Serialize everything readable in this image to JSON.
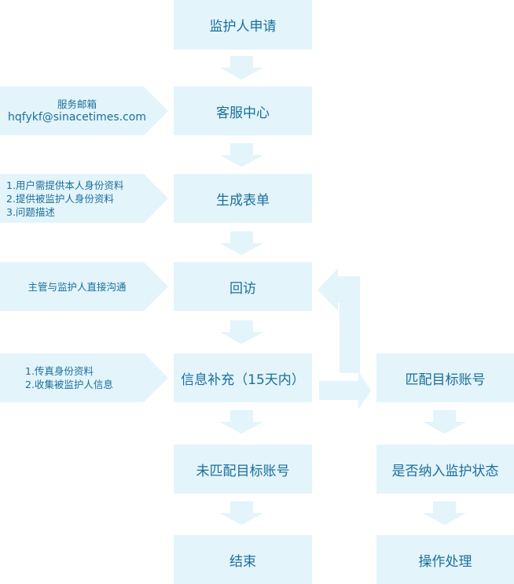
{
  "main_flow": {
    "step1": "监护人申请",
    "step2": "客服中心",
    "step3": "生成表单",
    "step4": "回访",
    "step5": "信息补充（15天内）",
    "step6": "未匹配目标账号",
    "step7": "结束"
  },
  "branch_flow": {
    "step1": "匹配目标账号",
    "step2": "是否纳入监护状态",
    "step3": "操作处理"
  },
  "side_notes": {
    "email": {
      "label": "服务邮箱",
      "address": "hqfykf@sinacetimes.com"
    },
    "form": [
      "1.用户需提供本人身份资料",
      "2.提供被监护人身份资料",
      "3.问题描述"
    ],
    "callback": "主管与监护人直接沟通",
    "supplement": [
      "1.传真身份资料",
      "2.收集被监护人信息"
    ]
  },
  "colors": {
    "box_fill": "#e3f4fb",
    "text": "#1b6f9a"
  }
}
